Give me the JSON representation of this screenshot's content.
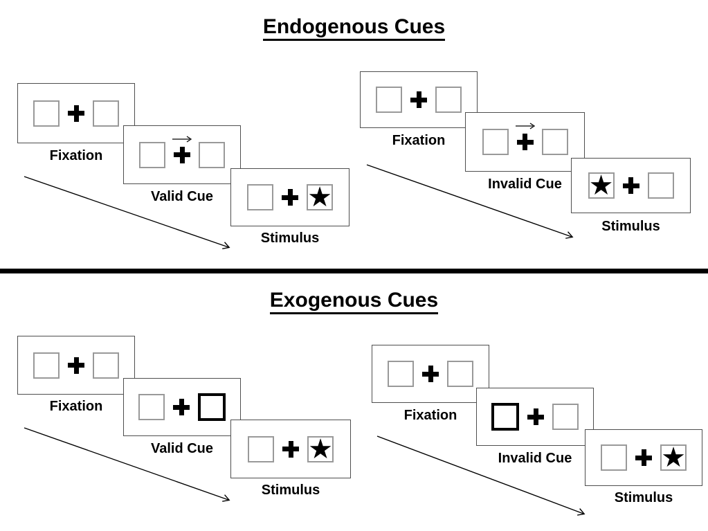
{
  "sections": [
    {
      "title": "Endogenous Cues",
      "sequences": [
        {
          "name": "valid-trial",
          "frames": [
            {
              "label": "Fixation",
              "left": "",
              "right": "",
              "cue": "none"
            },
            {
              "label": "Valid Cue",
              "left": "",
              "right": "",
              "cue": "central-arrow-right"
            },
            {
              "label": "Stimulus",
              "left": "",
              "right": "★",
              "cue": "none"
            }
          ]
        },
        {
          "name": "invalid-trial",
          "frames": [
            {
              "label": "Fixation",
              "left": "",
              "right": "",
              "cue": "none"
            },
            {
              "label": "Invalid Cue",
              "left": "",
              "right": "",
              "cue": "central-arrow-right"
            },
            {
              "label": "Stimulus",
              "left": "★",
              "right": "",
              "cue": "none"
            }
          ]
        }
      ]
    },
    {
      "title": "Exogenous Cues",
      "sequences": [
        {
          "name": "valid-trial",
          "frames": [
            {
              "label": "Fixation",
              "left": "",
              "right": "",
              "cue": "none"
            },
            {
              "label": "Valid Cue",
              "left": "",
              "right": "",
              "cue": "peripheral-highlight-right"
            },
            {
              "label": "Stimulus",
              "left": "",
              "right": "★",
              "cue": "none"
            }
          ]
        },
        {
          "name": "invalid-trial",
          "frames": [
            {
              "label": "Fixation",
              "left": "",
              "right": "",
              "cue": "none"
            },
            {
              "label": "Invalid Cue",
              "left": "",
              "right": "",
              "cue": "peripheral-highlight-left"
            },
            {
              "label": "Stimulus",
              "left": "",
              "right": "★",
              "cue": "none"
            }
          ]
        }
      ]
    }
  ],
  "glyphs": {
    "star": "★",
    "fixation_cross": "+",
    "cue_arrow_right": "→"
  },
  "colors": {
    "background": "#ffffff",
    "ink": "#000000",
    "panel_border": "#4d4d4d",
    "square_border": "#999999",
    "cued_square_border": "#000000"
  }
}
